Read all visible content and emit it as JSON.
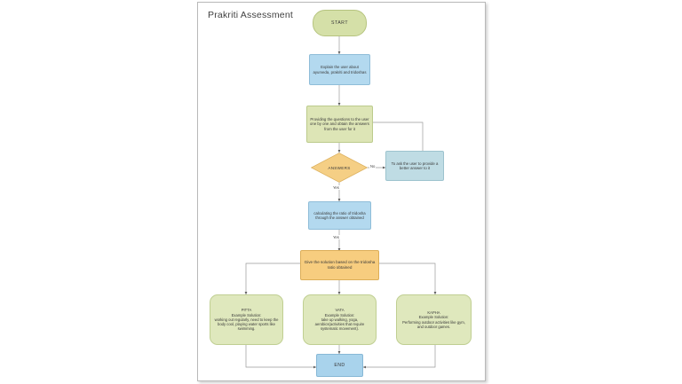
{
  "diagram": {
    "title": "Prakriti Assessment",
    "type": "flowchart",
    "nodes": [
      {
        "id": "start",
        "label": "START",
        "shape": "terminator",
        "color": "#d5e0a8"
      },
      {
        "id": "explain",
        "label": "Explain the user about ayurveda, prakriti and tridoshas",
        "shape": "process",
        "color": "#b3d9ef"
      },
      {
        "id": "questions",
        "label": "Providing the questions to the user one by one and obtain the answers from the user for it",
        "shape": "process",
        "color": "#dde5b6"
      },
      {
        "id": "answers",
        "label": "ANSWERS",
        "shape": "decision",
        "color": "#f5cf85"
      },
      {
        "id": "better",
        "label": "To ask the user to provide a better answer to it",
        "shape": "process",
        "color": "#bfdce4"
      },
      {
        "id": "calculate",
        "label": "calculating the ratio of tridosha through the answer obtained",
        "shape": "process",
        "color": "#b3d9ef"
      },
      {
        "id": "solution",
        "label": "Give the solution based on the tridosha ratio obtained",
        "shape": "process",
        "color": "#f7cd7f"
      },
      {
        "id": "pitta",
        "label": "PITTA\nExample Solution:\nworking out regularly, need to keep the body cool, playing water sports like swimming.",
        "shape": "process",
        "color": "#dfe8bd"
      },
      {
        "id": "vata",
        "label": "VATA\nExample Solution:\ntake up walking, yoga, aerobics(activities that require systematic movement).",
        "shape": "process",
        "color": "#dfe8bd"
      },
      {
        "id": "kapha",
        "label": "KAPHA\nExample Solution:\nPerforming outdoor activities like gym, and outdoor games.",
        "shape": "process",
        "color": "#dfe8bd"
      },
      {
        "id": "end",
        "label": "END",
        "shape": "terminator",
        "color": "#a9d3ec"
      }
    ],
    "edge_labels": {
      "answers_no": "No",
      "answers_yes": "Yes",
      "calculate_yes": "Yes"
    },
    "nodes_by_id": {
      "start": {
        "label": "START"
      },
      "explain": {
        "label": "Explain the user about ayurveda, prakriti and tridoshas"
      },
      "questions": {
        "label": "Providing the questions to the user one by one and obtain the answers from the user for it"
      },
      "answers": {
        "label": "ANSWERS"
      },
      "better": {
        "label": "To ask the user to provide a better answer to it"
      },
      "calculate": {
        "label": "calculating the ratio of tridosha through the answer obtained"
      },
      "solution": {
        "label": "Give the solution based on the tridosha ratio obtained"
      },
      "pitta": {
        "title": "PITTA",
        "subtitle": "Example Solution:",
        "body": "working out regularly, need to keep the body cool, playing water sports like swimming."
      },
      "vata": {
        "title": "VATA",
        "subtitle": "Example Solution:",
        "body": "take up walking, yoga, aerobics(activities that require systematic movement)."
      },
      "kapha": {
        "title": "KAPHA",
        "subtitle": "Example Solution:",
        "body": "Performing outdoor activities like gym, and outdoor games."
      },
      "end": {
        "label": "END"
      }
    }
  }
}
